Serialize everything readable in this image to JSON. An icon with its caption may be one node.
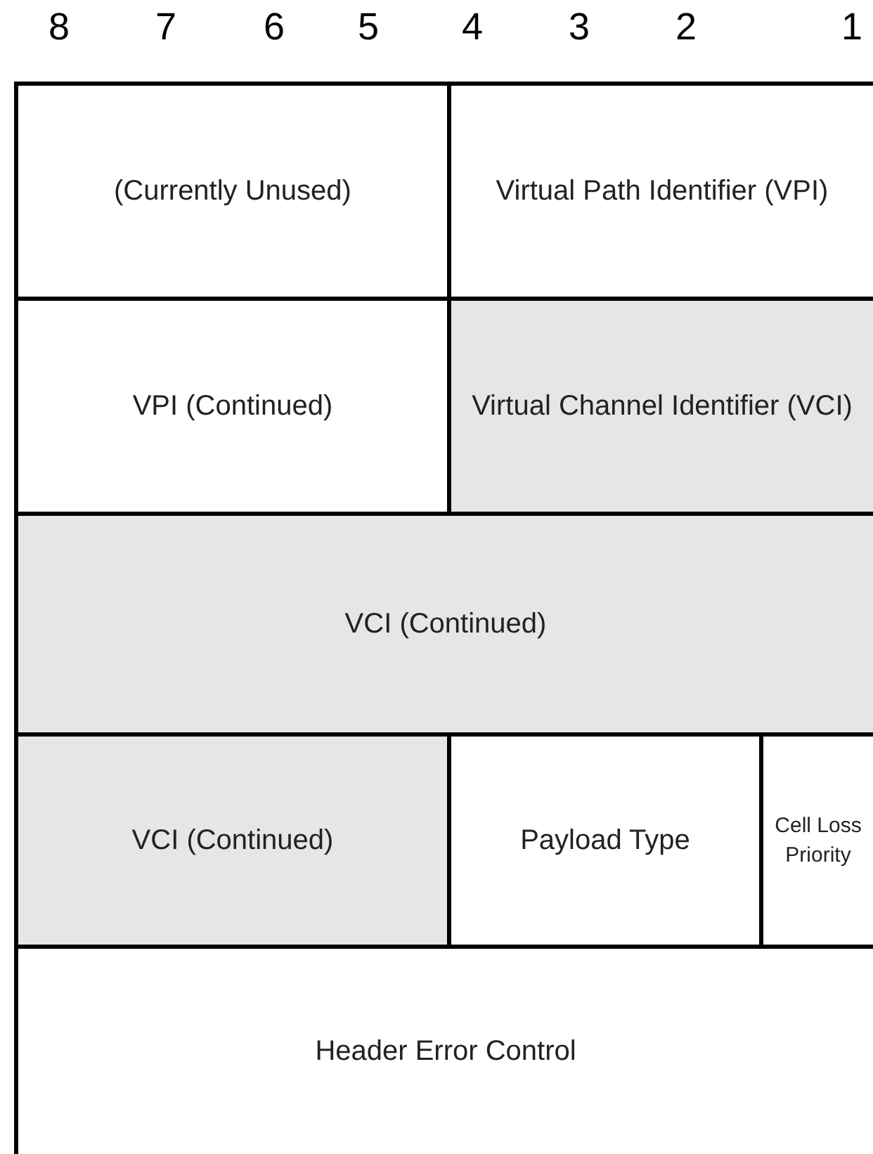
{
  "diagram": {
    "nodes": [
      {
        "text": [
          "(Currently Unused)"
        ]
      },
      {
        "text": [
          "Virtual Path Identifier (VPI)"
        ]
      },
      {
        "text": [
          "VPI (Continued)"
        ]
      },
      {
        "text": [
          "Virtual Channel Identifier (VCI)"
        ]
      },
      {
        "text": [
          "VCI (Continued)"
        ]
      },
      {
        "text": [
          "VCI (Continued)"
        ]
      },
      {
        "text": [
          "Payload Type"
        ]
      },
      {
        "text": [
          "Cell Loss Priority"
        ]
      },
      {
        "text": [
          "Header Error Control"
        ]
      }
    ],
    "labels": [
      "8",
      "7",
      "6",
      "5",
      "4",
      "3",
      "2",
      "1"
    ]
  }
}
